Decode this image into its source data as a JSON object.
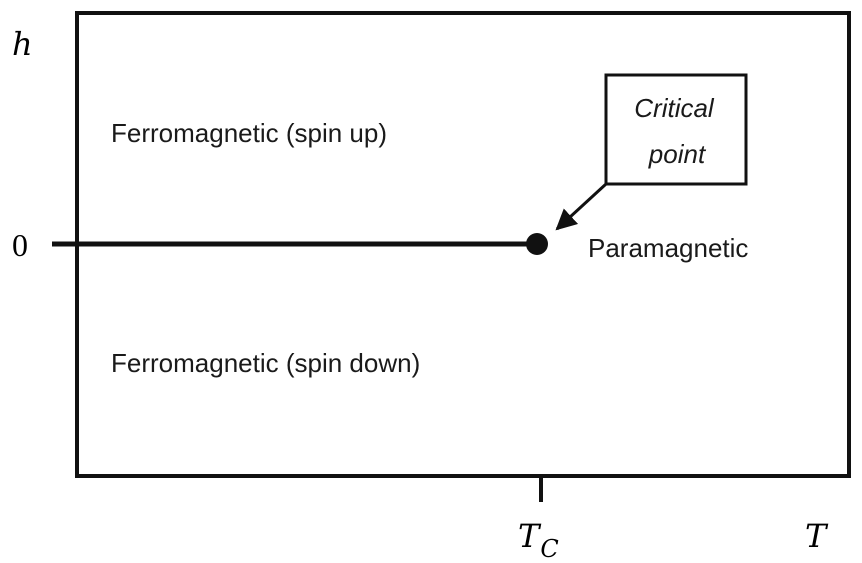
{
  "axes": {
    "y_label": "h",
    "x_label": "T",
    "zero_label": "0",
    "tc_label_main": "T",
    "tc_label_sub": "C"
  },
  "regions": {
    "spin_up": "Ferromagnetic (spin up)",
    "spin_down": "Ferromagnetic (spin down)",
    "paramagnetic": "Paramagnetic"
  },
  "callout": {
    "line1": "Critical",
    "line2": "point"
  },
  "colors": {
    "stroke": "#111111",
    "text": "#1a1a1a"
  }
}
